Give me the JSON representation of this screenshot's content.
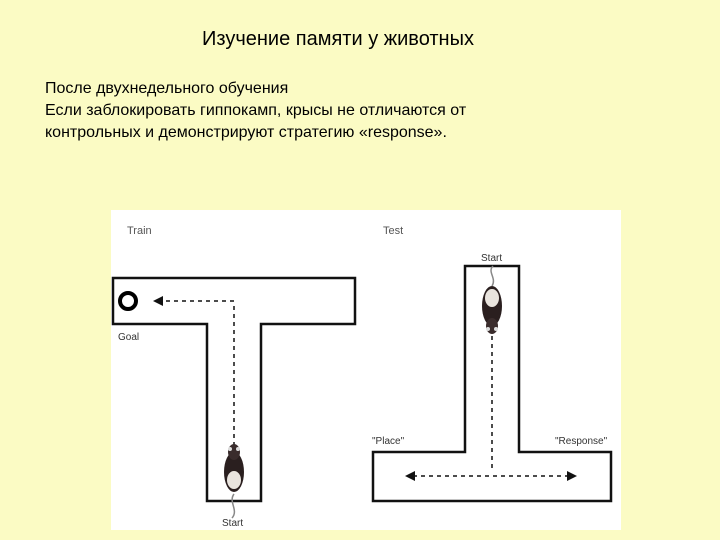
{
  "slide": {
    "title": "Изучение памяти у животных",
    "lines": [
      "После двухнедельного обучения",
      "Если заблокировать гиппокамп, крысы не отличаются от",
      "контрольных и демонстрируют стратегию «response»."
    ]
  },
  "figure": {
    "train": {
      "header": "Train",
      "goal_label": "Goal",
      "start_label": "Start"
    },
    "test": {
      "header": "Test",
      "start_label": "Start",
      "place_label": "\"Place\"",
      "response_label": "\"Response\""
    }
  }
}
